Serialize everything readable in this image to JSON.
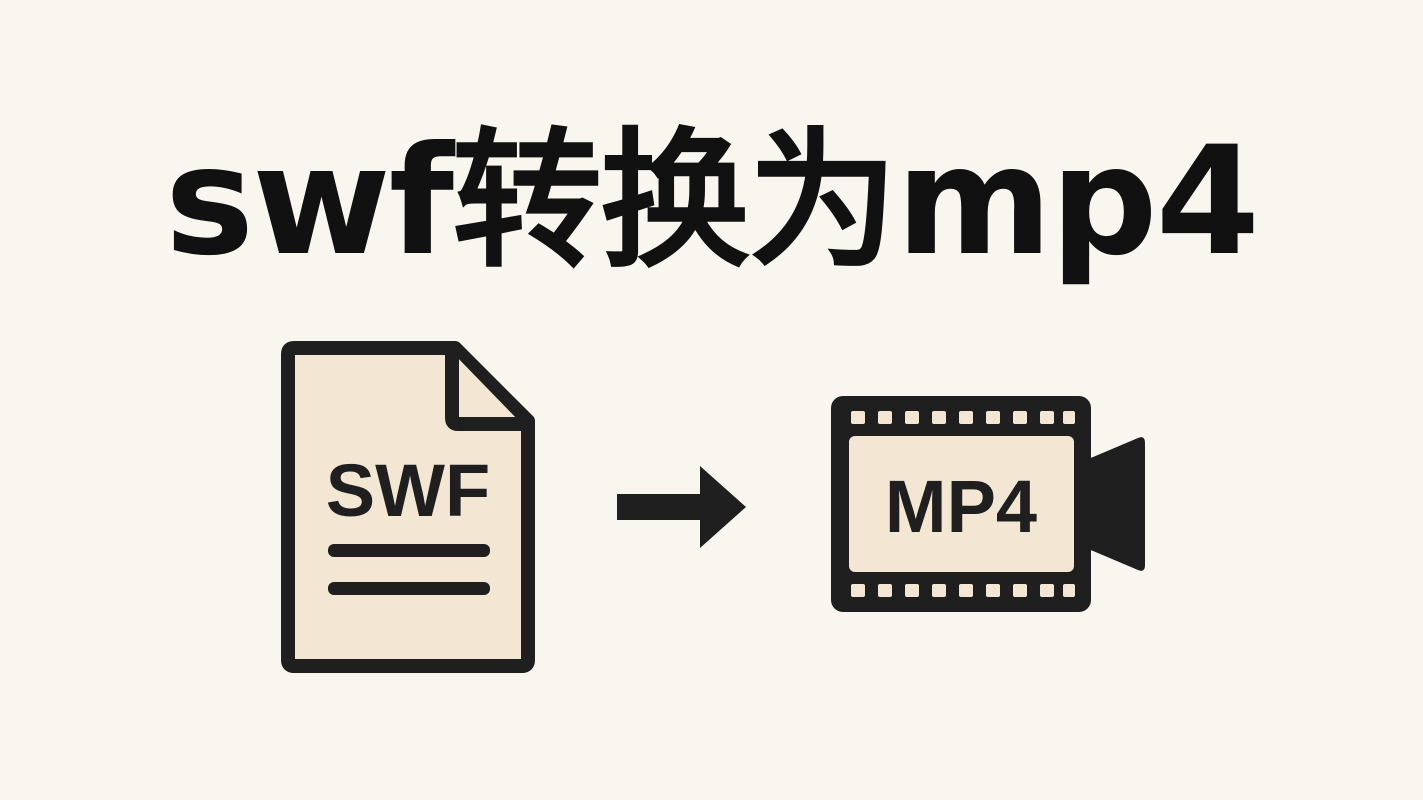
{
  "title": "swf转换为mp4",
  "source_file": {
    "icon": "document-file-icon",
    "label": "SWF"
  },
  "arrow": {
    "icon": "arrow-right-icon"
  },
  "target_file": {
    "icon": "video-camera-film-icon",
    "label": "MP4"
  },
  "colors": {
    "background": "#f8f6ee",
    "icon_fill": "#f3e6d2",
    "stroke": "#1f1f1f",
    "text": "#111111"
  }
}
